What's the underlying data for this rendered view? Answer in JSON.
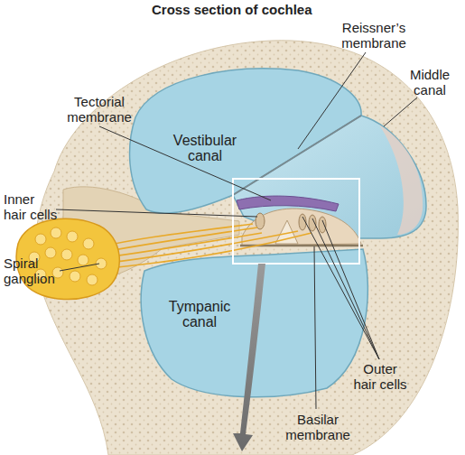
{
  "diagram": {
    "title": "Cross section of cochlea",
    "labels": [
      "Reissner’s membrane",
      "Tectorial membrane",
      "Middle canal",
      "Vestibular canal",
      "Inner hair cells",
      "Spiral ganglion",
      "Tympanic canal",
      "Outer hair cells",
      "Basilar membrane"
    ]
  }
}
